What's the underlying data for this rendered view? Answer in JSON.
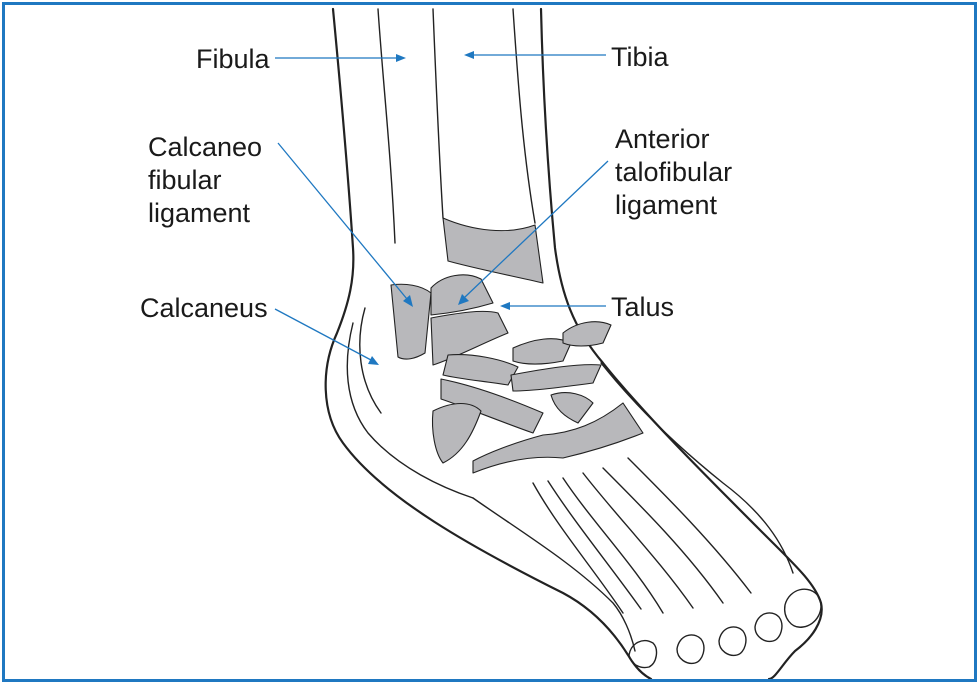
{
  "diagram": {
    "labels": {
      "fibula": "Fibula",
      "tibia": "Tibia",
      "calcaneofibular": [
        "Calcaneo",
        "fibular",
        "ligament"
      ],
      "anterior_talofibular": [
        "Anterior",
        "talofibular",
        "ligament"
      ],
      "calcaneus": "Calcaneus",
      "talus": "Talus"
    },
    "colors": {
      "border": "#1f78c1",
      "leader_lines": "#1f78c1",
      "ligament_fill": "#b8b8bb",
      "outline": "#222222"
    }
  }
}
